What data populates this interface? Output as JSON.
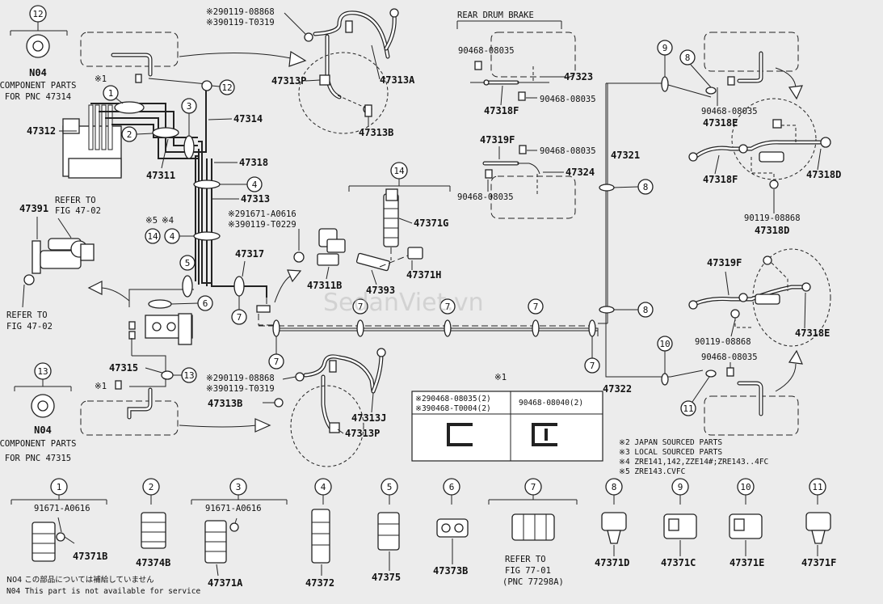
{
  "rear_drum_brake": "REAR DRUM BRAKE",
  "top_notes": [
    "※290119-08868",
    "※390119-T0319"
  ],
  "mid_notes": [
    "※290119-08868",
    "※390119-T0319"
  ],
  "note_91671": [
    "※291671-A0616",
    "※390119-T0229"
  ],
  "refer_to": "REFER TO",
  "fig_4702": "FIG 47-02",
  "component_parts": "COMPONENT PARTS",
  "for_pnc_47314": "FOR PNC 47314",
  "for_pnc_47315": "FOR PNC 47315",
  "n04": "N04",
  "mark_x1": "※1",
  "mark_x5": "※5",
  "mark_x4": "※4",
  "parts": {
    "p47312": "47312",
    "p47311": "47311",
    "p47314": "47314",
    "p47318": "47318",
    "p47313": "47313",
    "p47391": "47391",
    "p47317": "47317",
    "p47315": "47315",
    "p47313p": "47313P",
    "p47313a": "47313A",
    "p47313b": "47313B",
    "p47313j": "47313J",
    "p47311b": "47311B",
    "p47371g": "47371G",
    "p47371h": "47371H",
    "p47393": "47393",
    "p47323": "47323",
    "p47318f": "47318F",
    "p47319f": "47319F",
    "p47324": "47324",
    "p47321": "47321",
    "p47322": "47322",
    "p47318e": "47318E",
    "p47318d": "47318D",
    "p90119": "90119-08868",
    "p90468": "90468-08035",
    "p90468b": "90468-08040(2)"
  },
  "table": {
    "title": "※1",
    "h1a": "※290468-08035(2)",
    "h1b": "※390468-T0004(2)",
    "h2": "90468-08040(2)"
  },
  "footnotes": [
    "※2 JAPAN SOURCED PARTS",
    "※3 LOCAL SOURCED PARTS",
    "※4 ZRE141,142,ZZE14#;ZRE143..4FC",
    "※5 ZRE143.CVFC"
  ],
  "callouts": [
    "1",
    "2",
    "3",
    "4",
    "5",
    "6",
    "7",
    "8",
    "9",
    "10",
    "11",
    "12",
    "13",
    "14"
  ],
  "bottom": {
    "c1": "91671-A0616",
    "c1p": "47371B",
    "c2p": "47374B",
    "c3": "91671-A0616",
    "c3p": "47371A",
    "c4p": "47372",
    "c5p": "47375",
    "c6p": "47373B",
    "c7a": "REFER TO",
    "c7b": "FIG 77-01",
    "c7c": "(PNC 77298A)",
    "c8p": "47371D",
    "c9p": "47371C",
    "c10p": "47371E",
    "c11p": "47371F"
  },
  "n04_note_jp": "N04 この部品については補給していません",
  "n04_note_en": "N04 This part is not available for service",
  "watermark": "SedanViet.vn"
}
